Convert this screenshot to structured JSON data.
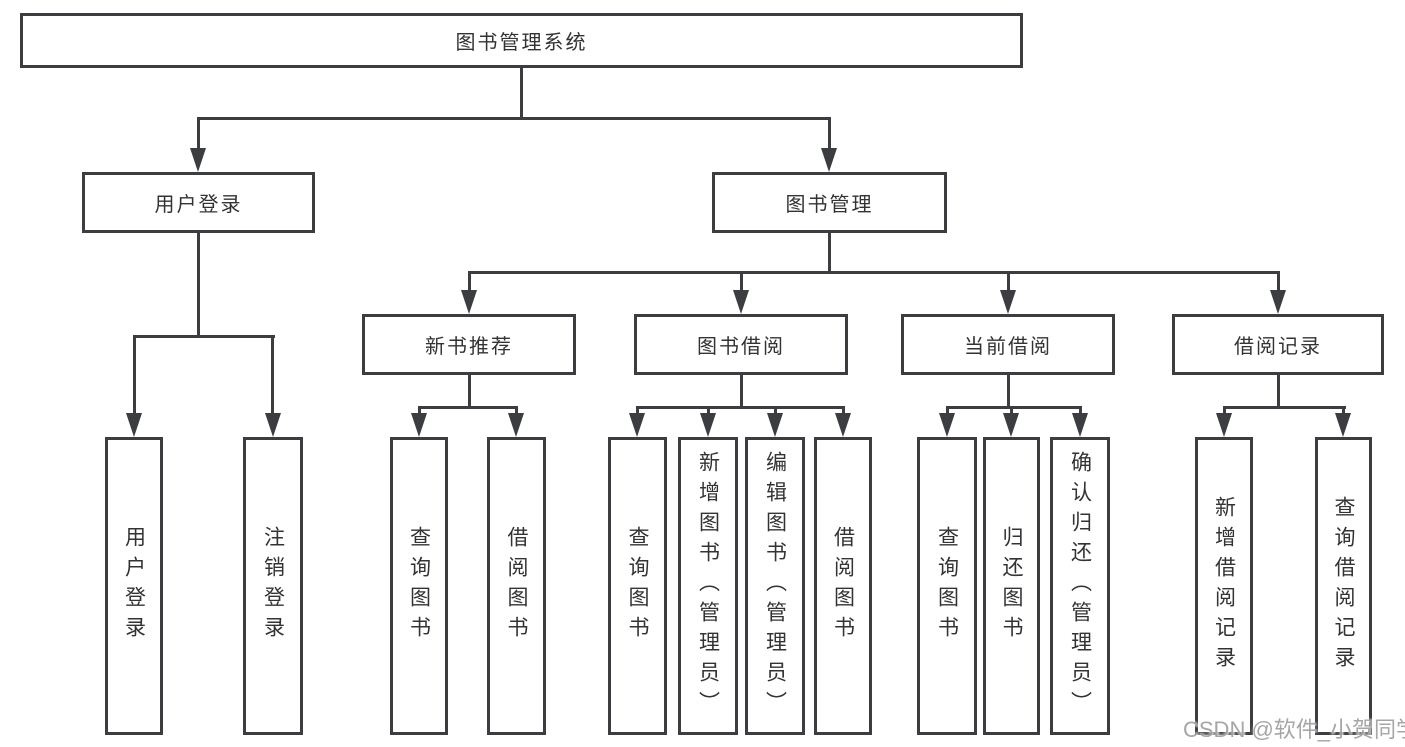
{
  "title": "图书管理系统",
  "watermark": "CSDN @软件_小贺同学",
  "colors": {
    "line": "#3b3d40",
    "text": "#333333",
    "background": "#ffffff",
    "watermark": "#9e9e9e"
  },
  "tree": {
    "root": "图书管理系统",
    "children": [
      {
        "label": "用户登录",
        "children": [
          "用户登录",
          "注销登录"
        ]
      },
      {
        "label": "图书管理",
        "children": [
          {
            "label": "新书推荐",
            "children": [
              "查询图书",
              "借阅图书"
            ]
          },
          {
            "label": "图书借阅",
            "children": [
              "查询图书",
              "新增图书（管理员）",
              "编辑图书（管理员）",
              "借阅图书"
            ]
          },
          {
            "label": "当前借阅",
            "children": [
              "查询图书",
              "归还图书",
              "确认归还（管理员）"
            ]
          },
          {
            "label": "借阅记录",
            "children": [
              "新增借阅记录",
              "查询借阅记录"
            ]
          }
        ]
      }
    ]
  }
}
